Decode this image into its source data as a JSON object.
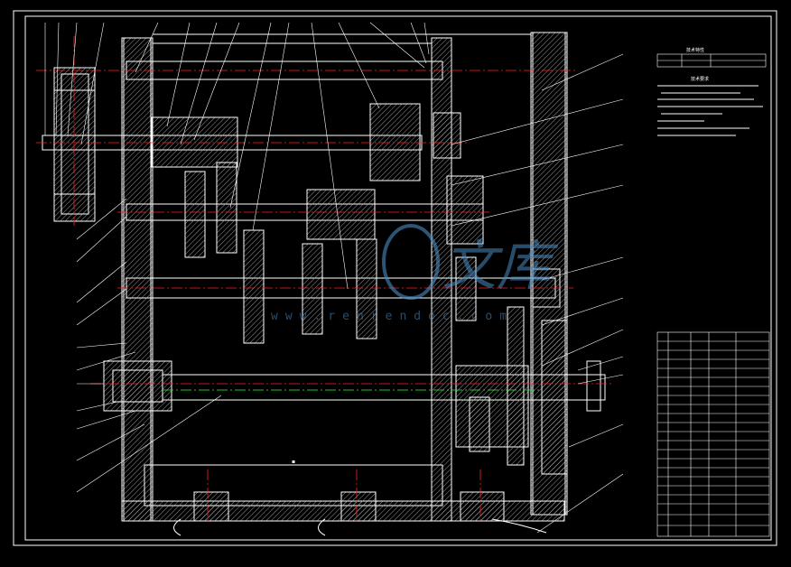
{
  "colors": {
    "background": "#000000",
    "outline": "#ffffff",
    "centerline": "#ff2020",
    "shaft_centerline": "#20ff40",
    "watermark": "#4a8cc4"
  },
  "parts_table_title": "技术特性",
  "tech_req_title": "技术要求",
  "watermark": {
    "logo_text": "文库",
    "url_text": "www.renrendoc.com"
  },
  "center_mark": "▪",
  "leader_callouts": 40
}
